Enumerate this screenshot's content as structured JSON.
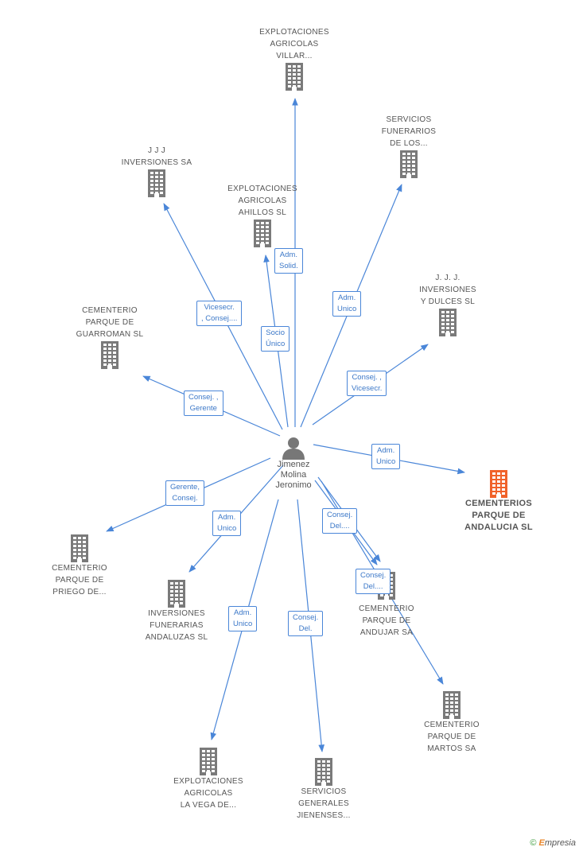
{
  "center": {
    "name_lines": [
      "Jimenez",
      "Molina",
      "Jeronimo"
    ]
  },
  "nodes": [
    {
      "id": "evillar",
      "lines": [
        "EXPLOTACIONES",
        "AGRICOLAS",
        "VILLAR..."
      ],
      "highlight": false
    },
    {
      "id": "sfunerarios",
      "lines": [
        "SERVICIOS",
        "FUNERARIOS",
        "DE LOS..."
      ],
      "highlight": false
    },
    {
      "id": "jjjinv",
      "lines": [
        "J J J",
        "INVERSIONES SA"
      ],
      "highlight": false
    },
    {
      "id": "eahillos",
      "lines": [
        "EXPLOTACIONES",
        "AGRICOLAS",
        "AHILLOS  SL"
      ],
      "highlight": false
    },
    {
      "id": "jjjdulces",
      "lines": [
        "J.  J. J.",
        "INVERSIONES",
        "Y DULCES SL"
      ],
      "highlight": false
    },
    {
      "id": "cguarroman",
      "lines": [
        "CEMENTERIO",
        "PARQUE DE",
        "GUARROMAN SL"
      ],
      "highlight": false
    },
    {
      "id": "candalucia",
      "lines": [
        "CEMENTERIOS",
        "PARQUE DE",
        "ANDALUCIA SL"
      ],
      "highlight": true
    },
    {
      "id": "cpriego",
      "lines": [
        "CEMENTERIO",
        "PARQUE DE",
        "PRIEGO DE..."
      ],
      "highlight": false
    },
    {
      "id": "ifunerarias",
      "lines": [
        "INVERSIONES",
        "FUNERARIAS",
        "ANDALUZAS SL"
      ],
      "highlight": false
    },
    {
      "id": "candujar",
      "lines": [
        "CEMENTERIO",
        "PARQUE DE",
        "ANDUJAR SA"
      ],
      "highlight": false
    },
    {
      "id": "cmartos",
      "lines": [
        "CEMENTERIO",
        "PARQUE DE",
        "MARTOS SA"
      ],
      "highlight": false
    },
    {
      "id": "elavega",
      "lines": [
        "EXPLOTACIONES",
        "AGRICOLAS",
        "LA VEGA DE..."
      ],
      "highlight": false
    },
    {
      "id": "sgenerales",
      "lines": [
        "SERVICIOS",
        "GENERALES",
        "JIENENSES..."
      ],
      "highlight": false
    }
  ],
  "edge_labels": [
    {
      "id": "l-adm-solid",
      "lines": [
        "Adm.",
        "Solid."
      ]
    },
    {
      "id": "l-adm-unico-sf",
      "lines": [
        "Adm.",
        "Unico"
      ]
    },
    {
      "id": "l-vicesecr",
      "lines": [
        "Vicesecr.",
        ", Consej...."
      ]
    },
    {
      "id": "l-socio",
      "lines": [
        "Socio",
        "Único"
      ]
    },
    {
      "id": "l-consej-vicesecr",
      "lines": [
        "Consej. ,",
        "Vicesecr."
      ]
    },
    {
      "id": "l-consej-gerente",
      "lines": [
        "Consej. ,",
        "Gerente"
      ]
    },
    {
      "id": "l-adm-unico-and",
      "lines": [
        "Adm.",
        "Unico"
      ]
    },
    {
      "id": "l-gerente-consej",
      "lines": [
        "Gerente,",
        "Consej."
      ]
    },
    {
      "id": "l-adm-unico-inv",
      "lines": [
        "Adm.",
        "Unico"
      ]
    },
    {
      "id": "l-consej-del-1",
      "lines": [
        "Consej.",
        "Del...."
      ]
    },
    {
      "id": "l-consej-del-2",
      "lines": [
        "Consej.",
        "Del...."
      ]
    },
    {
      "id": "l-adm-unico-vega",
      "lines": [
        "Adm.",
        "Unico"
      ]
    },
    {
      "id": "l-consej-del-sg",
      "lines": [
        "Consej.",
        "Del."
      ]
    }
  ],
  "colors": {
    "edge": "#4a86d8",
    "building": "#7a7a7a",
    "building_highlight": "#f0622a",
    "person": "#777777"
  },
  "footer": {
    "copyright": "©",
    "brand_first": "E",
    "brand_rest": "mpresia"
  }
}
